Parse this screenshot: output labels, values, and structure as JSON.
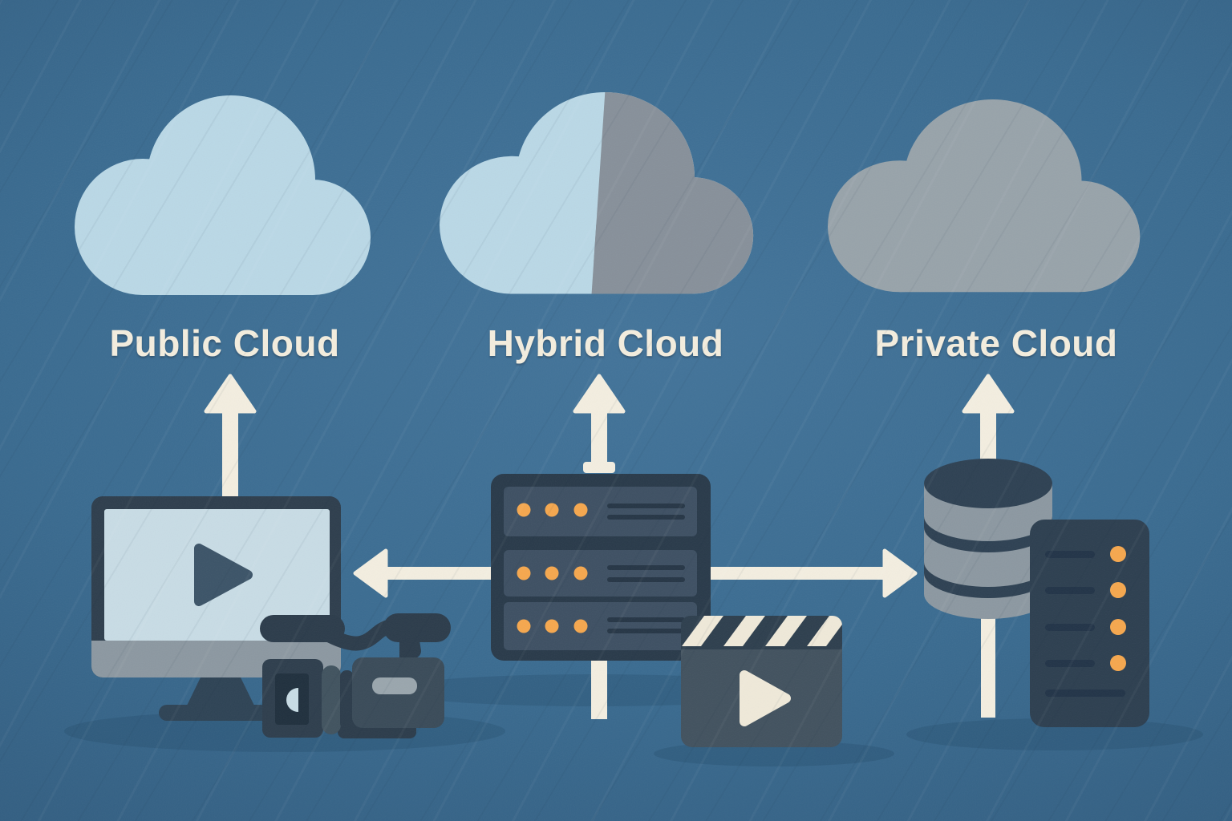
{
  "clouds": {
    "public": {
      "label": "Public Cloud",
      "fill": "#bad8e6"
    },
    "hybrid": {
      "label": "Hybrid Cloud",
      "fill_left": "#bad8e6",
      "fill_right": "#87909a"
    },
    "private": {
      "label": "Private Cloud",
      "fill": "#98a3aa"
    }
  },
  "palette": {
    "background_center": "#43749a",
    "background_edge": "#2e5678",
    "arrow_cream": "#f3eee0",
    "dark_navy": "#2c3c4b",
    "panel_navy": "#3e5063",
    "accent_orange": "#f5a74e",
    "metal_gray": "#8c98a1",
    "screen_blue": "#c8dce5",
    "cream": "#efe9d9",
    "shadow": "#1c3e5c"
  },
  "icons": [
    "cloud-public-icon",
    "cloud-hybrid-icon",
    "cloud-private-icon",
    "up-arrow-icon",
    "left-arrow-icon",
    "right-arrow-icon",
    "monitor-play-icon",
    "play-icon",
    "video-camera-icon",
    "server-rack-icon",
    "clapperboard-icon",
    "database-icon",
    "server-tower-icon"
  ]
}
